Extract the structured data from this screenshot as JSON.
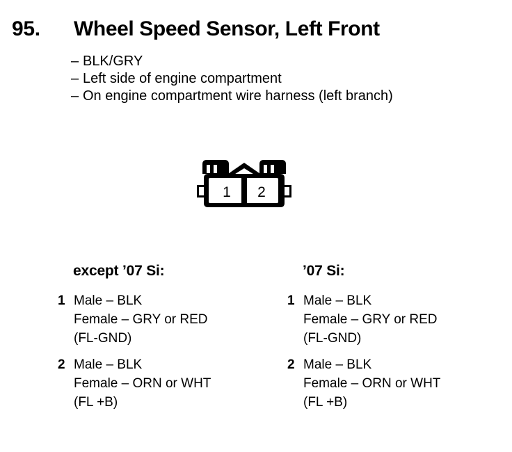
{
  "header": {
    "number": "95.",
    "title": "Wheel Speed Sensor, Left Front"
  },
  "details": {
    "dash": "–",
    "items": [
      "BLK/GRY",
      "Left side of engine compartment",
      "On engine compartment wire harness (left branch)"
    ]
  },
  "connector": {
    "name": "2-pin-connector-diagram",
    "cavities": [
      {
        "label": "1"
      },
      {
        "label": "2"
      }
    ],
    "stroke_color": "#000000",
    "fill_color": "#ffffff"
  },
  "columns": [
    {
      "header": "except ’07 Si:",
      "pins": [
        {
          "number": "1",
          "lines": [
            "Male – BLK",
            "Female – GRY or RED",
            "(FL-GND)"
          ]
        },
        {
          "number": "2",
          "lines": [
            "Male – BLK",
            "Female – ORN or WHT",
            "(FL +B)"
          ]
        }
      ]
    },
    {
      "header": "’07 Si:",
      "pins": [
        {
          "number": "1",
          "lines": [
            "Male – BLK",
            "Female – GRY or RED",
            "(FL-GND)"
          ]
        },
        {
          "number": "2",
          "lines": [
            "Male – BLK",
            "Female – ORN or WHT",
            "(FL +B)"
          ]
        }
      ]
    }
  ]
}
